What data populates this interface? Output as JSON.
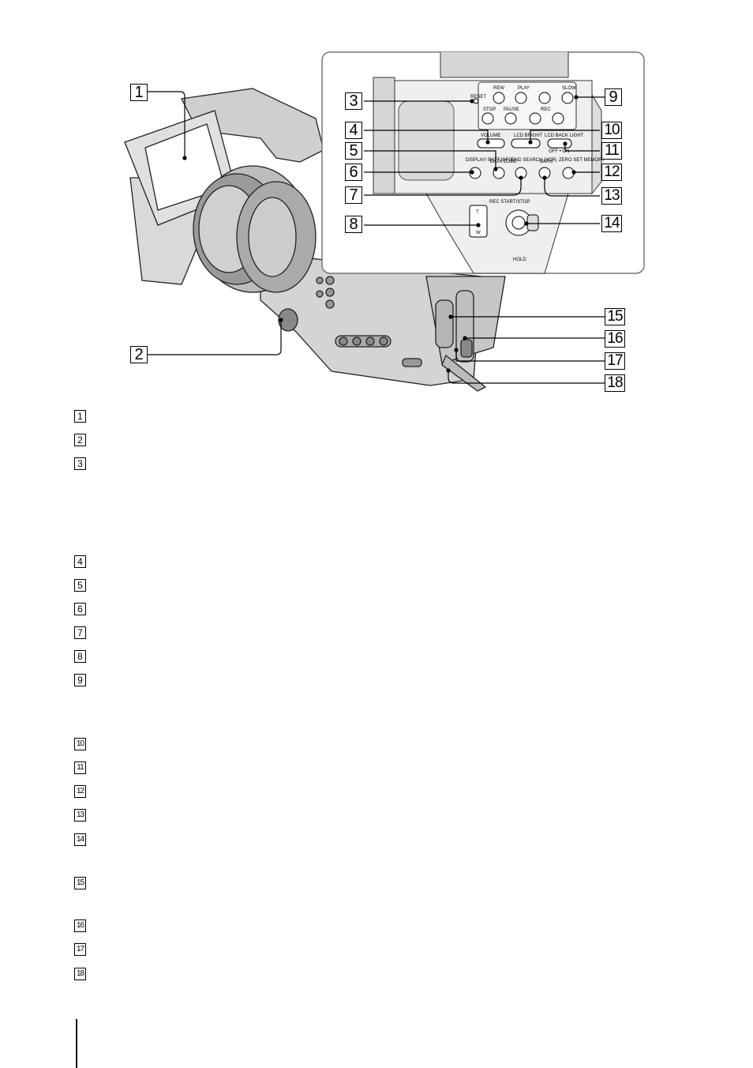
{
  "figure": {
    "callouts": [
      "1",
      "2",
      "3",
      "4",
      "5",
      "6",
      "7",
      "8",
      "9",
      "10",
      "11",
      "12",
      "13",
      "14",
      "15",
      "16",
      "17",
      "18"
    ],
    "panel_labels": {
      "reset": "RESET",
      "rew": "REW",
      "play": "PLAY",
      "slow": "SLOW",
      "stop": "STOP",
      "pause": "PAUSE",
      "rec": "REC",
      "volume": "VOLUME",
      "lcd_bright": "LCD BRIGHT",
      "lcd_back_light": "LCD BACK LIGHT",
      "off_on": "OFF • ON",
      "display_batt_info": "DISPLAY/ BATT INFO",
      "data_code": "DATA CODE",
      "end_search": "END SEARCH (VCR)",
      "bars": "BARS",
      "zero_set_memory": "ZERO SET MEMORY",
      "rec_start_stop": "REC START/STOP",
      "hold": "HOLD",
      "zoom_t": "T",
      "zoom_w": "W"
    }
  },
  "list": [
    "1",
    "2",
    "3",
    "4",
    "5",
    "6",
    "7",
    "8",
    "9",
    "10",
    "11",
    "12",
    "13",
    "14",
    "15",
    "16",
    "17",
    "18"
  ]
}
